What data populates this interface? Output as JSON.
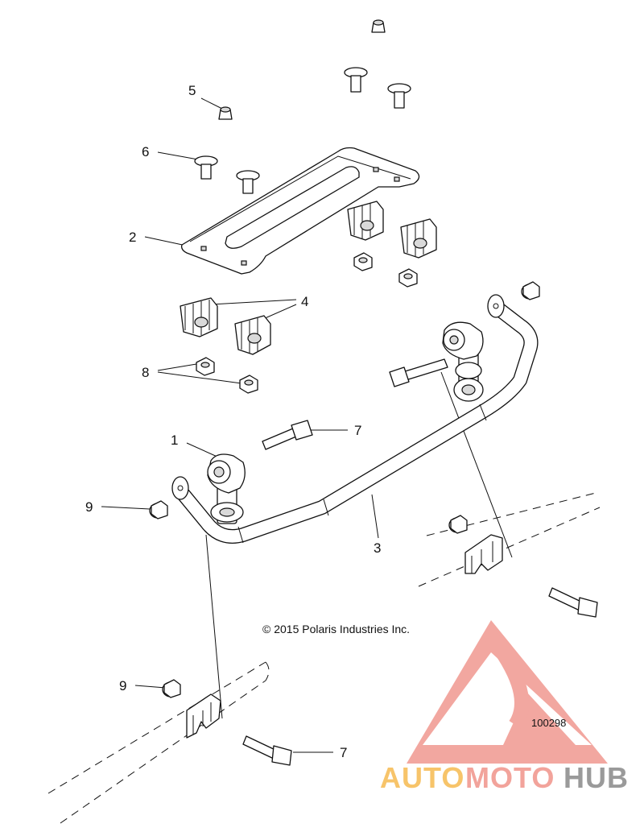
{
  "diagram": {
    "callouts": {
      "c1": "1",
      "c2": "2",
      "c3": "3",
      "c4": "4",
      "c5": "5",
      "c6": "6",
      "c7a": "7",
      "c7b": "7",
      "c8": "8",
      "c9a": "9",
      "c9b": "9"
    },
    "copyright": "© 2015 Polaris Industries Inc.",
    "figure_number": "100298"
  },
  "watermark": {
    "brand_auto": "AUTO",
    "brand_moto": "MOTO",
    "brand_hub": "HUB",
    "colors": {
      "logo": "#f2a39b",
      "auto": "#f7c46a",
      "moto": "#f2a39b",
      "hub": "#9a9a9a"
    }
  }
}
